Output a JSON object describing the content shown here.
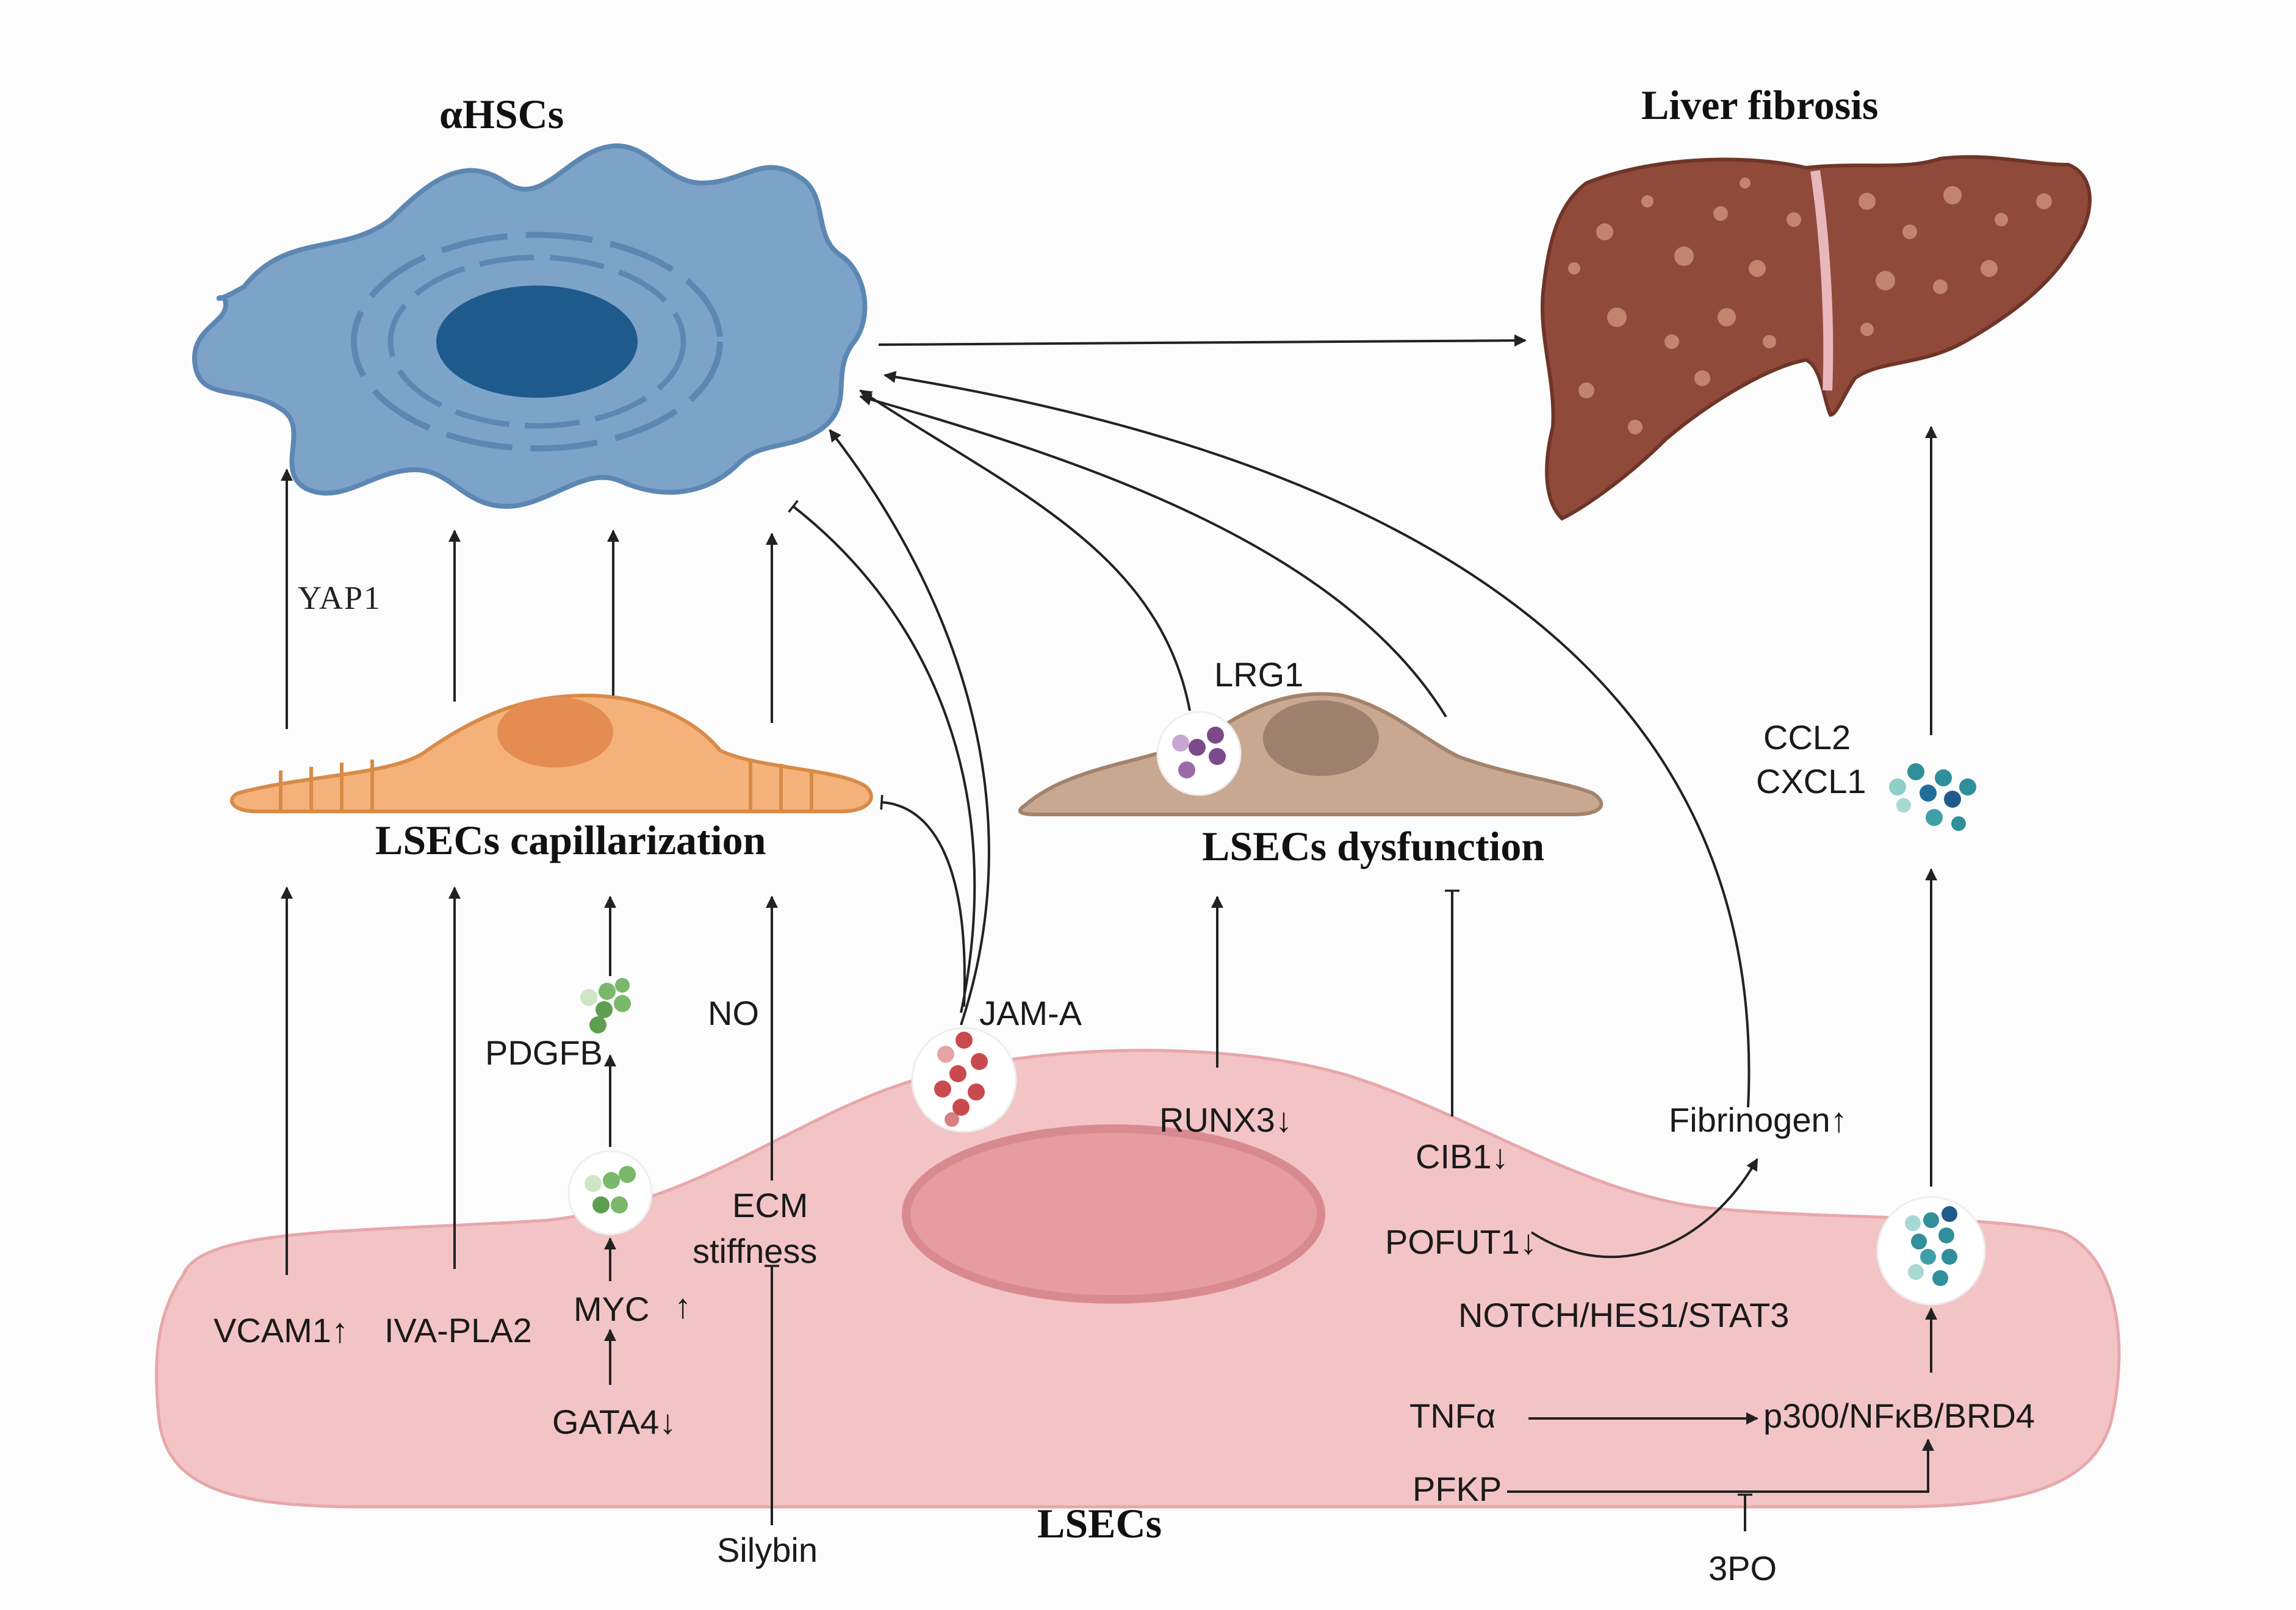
{
  "titles": {
    "ahscs": "αHSCs",
    "liver_fibrosis": "Liver fibrosis",
    "capillarization": "LSECs capillarization",
    "dysfunction": "LSECs dysfunction",
    "lsecs": "LSECs"
  },
  "labels": {
    "yap1": "YAP1",
    "lrg1": "LRG1",
    "ccl2": "CCL2",
    "cxcl1": "CXCL1",
    "no": "NO",
    "jam_a": "JAM-A",
    "pdgfb": "PDGFB",
    "runx3": "RUNX3↓",
    "fibrinogen": "Fibrinogen↑",
    "cib1": "CIB1↓",
    "pofut1": "POFUT1↓",
    "ecm": "ECM",
    "stiffness": "stiffness",
    "vcam1": "VCAM1↑",
    "iva_pla2": "IVA-PLA2",
    "myc": "MYC",
    "myc_arrow": "↑",
    "notch": "NOTCH/HES1/STAT3",
    "gata4": "GATA4↓",
    "tnfa": "TNFα",
    "p300": "p300/NFκB/BRD4",
    "pfkp": "PFKP",
    "silybin": "Silybin",
    "threepo": "3PO"
  },
  "icons": {
    "hsc": "activated-hepatic-stellate-cell",
    "liver": "fibrotic-liver",
    "capillarized": "capillarized-endothelial-cell",
    "dysfunctional": "dysfunctional-endothelial-cell",
    "lsec": "liver-sinusoidal-endothelial-cell"
  },
  "colors": {
    "hsc_body": "#7ea3c9",
    "hsc_nucleus": "#1f5a8c",
    "liver": "#8f4a3a",
    "capillarized_cell": "#f4b27a",
    "dysfunctional_cell": "#c9a891",
    "lsec_body": "#f3c4c6",
    "jam_a_dots": "#c94a4e",
    "lrg1_dots": "#7b4a8a",
    "pdgfb_dots": "#7ab86a",
    "chemokine_dots": "#2f8f9a"
  }
}
